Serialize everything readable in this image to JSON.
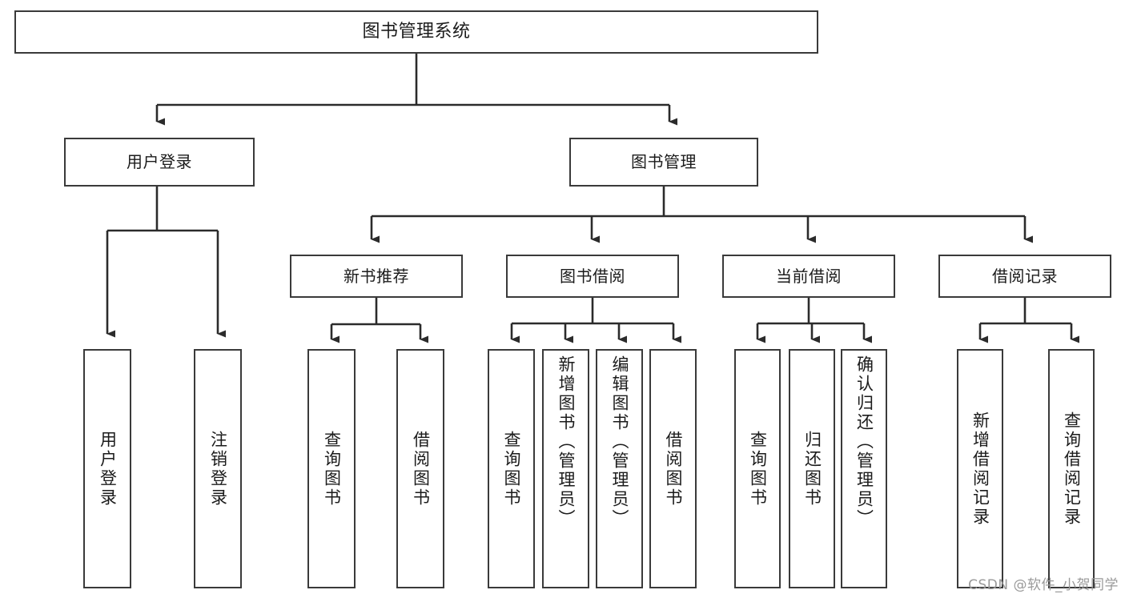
{
  "diagram": {
    "type": "tree-hierarchy",
    "title": "图书管理系统",
    "watermark": "CSDN @软件_小贺同学",
    "colors": {
      "box_border": "#3a3a3a",
      "box_fill": "#ffffff",
      "connector": "#2b2b2b",
      "text": "#1b1b1b",
      "watermark": "#9a9a9a"
    },
    "levels": {
      "level1": [
        {
          "id": "root",
          "label": "图书管理系统"
        }
      ],
      "level2": [
        {
          "id": "user-login",
          "label": "用户登录",
          "parent": "root"
        },
        {
          "id": "book-manage",
          "label": "图书管理",
          "parent": "root"
        }
      ],
      "level3": [
        {
          "id": "new-book-rec",
          "label": "新书推荐",
          "parent": "book-manage"
        },
        {
          "id": "book-borrow",
          "label": "图书借阅",
          "parent": "book-manage"
        },
        {
          "id": "current-borrow",
          "label": "当前借阅",
          "parent": "book-manage"
        },
        {
          "id": "borrow-record",
          "label": "借阅记录",
          "parent": "book-manage"
        }
      ],
      "leaves": [
        {
          "id": "leaf-user-login",
          "label": "用户登录",
          "parent": "user-login"
        },
        {
          "id": "leaf-user-logout",
          "label": "注销登录",
          "parent": "user-login"
        },
        {
          "id": "leaf-rec-query",
          "label": "查询图书",
          "parent": "new-book-rec"
        },
        {
          "id": "leaf-rec-borrow",
          "label": "借阅图书",
          "parent": "new-book-rec"
        },
        {
          "id": "leaf-borrow-query",
          "label": "查询图书",
          "parent": "book-borrow"
        },
        {
          "id": "leaf-borrow-add",
          "label": "新增图书（管理员）",
          "parent": "book-borrow"
        },
        {
          "id": "leaf-borrow-edit",
          "label": "编辑图书（管理员）",
          "parent": "book-borrow"
        },
        {
          "id": "leaf-borrow-lend",
          "label": "借阅图书",
          "parent": "book-borrow"
        },
        {
          "id": "leaf-current-query",
          "label": "查询图书",
          "parent": "current-borrow"
        },
        {
          "id": "leaf-current-return",
          "label": "归还图书",
          "parent": "current-borrow"
        },
        {
          "id": "leaf-current-confirm",
          "label": "确认归还（管理员）",
          "parent": "current-borrow"
        },
        {
          "id": "leaf-record-add",
          "label": "新增借阅记录",
          "parent": "borrow-record"
        },
        {
          "id": "leaf-record-query",
          "label": "查询借阅记录",
          "parent": "borrow-record"
        }
      ]
    }
  }
}
